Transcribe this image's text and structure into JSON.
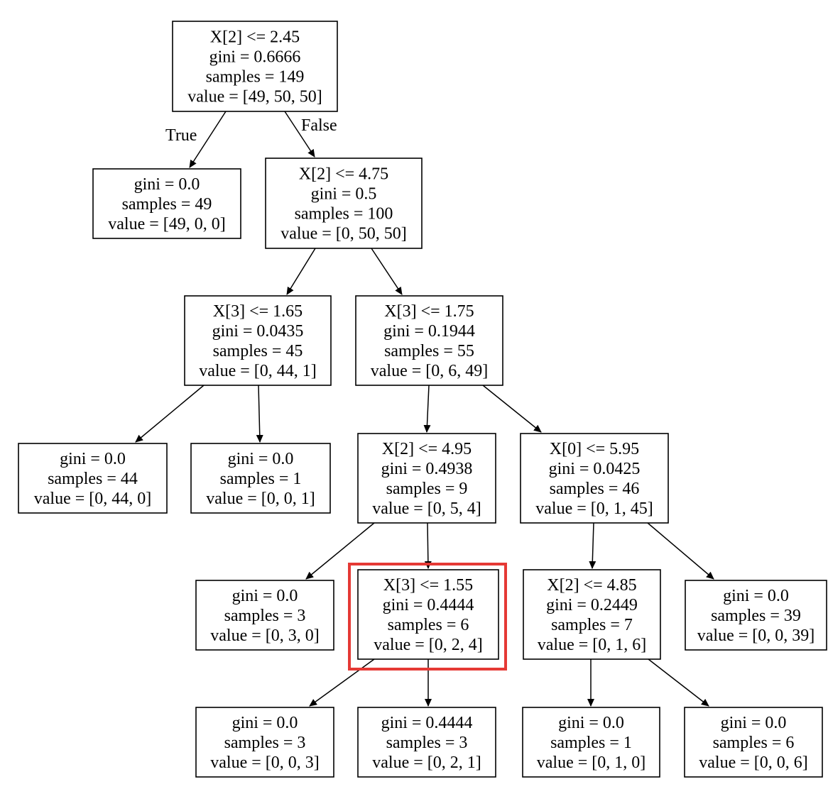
{
  "tree": {
    "nodes": [
      {
        "id": "n0",
        "lines": [
          "X[2] <= 2.45",
          "gini = 0.6666",
          "samples = 149",
          "value = [49, 50, 50]"
        ]
      },
      {
        "id": "n1",
        "lines": [
          "gini = 0.0",
          "samples = 49",
          "value = [49, 0, 0]"
        ]
      },
      {
        "id": "n2",
        "lines": [
          "X[2] <= 4.75",
          "gini = 0.5",
          "samples = 100",
          "value = [0, 50, 50]"
        ]
      },
      {
        "id": "n3",
        "lines": [
          "X[3] <= 1.65",
          "gini = 0.0435",
          "samples = 45",
          "value = [0, 44, 1]"
        ]
      },
      {
        "id": "n4",
        "lines": [
          "X[3] <= 1.75",
          "gini = 0.1944",
          "samples = 55",
          "value = [0, 6, 49]"
        ]
      },
      {
        "id": "n5",
        "lines": [
          "gini = 0.0",
          "samples = 44",
          "value = [0, 44, 0]"
        ]
      },
      {
        "id": "n6",
        "lines": [
          "gini = 0.0",
          "samples = 1",
          "value = [0, 0, 1]"
        ]
      },
      {
        "id": "n7",
        "lines": [
          "X[2] <= 4.95",
          "gini = 0.4938",
          "samples = 9",
          "value = [0, 5, 4]"
        ]
      },
      {
        "id": "n8",
        "lines": [
          "X[0] <= 5.95",
          "gini = 0.0425",
          "samples = 46",
          "value = [0, 1, 45]"
        ]
      },
      {
        "id": "n9",
        "lines": [
          "gini = 0.0",
          "samples = 3",
          "value = [0, 3, 0]"
        ]
      },
      {
        "id": "n10",
        "lines": [
          "X[3] <= 1.55",
          "gini = 0.4444",
          "samples = 6",
          "value = [0, 2, 4]"
        ],
        "highlighted": true
      },
      {
        "id": "n11",
        "lines": [
          "X[2] <= 4.85",
          "gini = 0.2449",
          "samples = 7",
          "value = [0, 1, 6]"
        ]
      },
      {
        "id": "n12",
        "lines": [
          "gini = 0.0",
          "samples = 39",
          "value = [0, 0, 39]"
        ]
      },
      {
        "id": "n13",
        "lines": [
          "gini = 0.0",
          "samples = 3",
          "value = [0, 0, 3]"
        ]
      },
      {
        "id": "n14",
        "lines": [
          "gini = 0.4444",
          "samples = 3",
          "value = [0, 2, 1]"
        ]
      },
      {
        "id": "n15",
        "lines": [
          "gini = 0.0",
          "samples = 1",
          "value = [0, 1, 0]"
        ]
      },
      {
        "id": "n16",
        "lines": [
          "gini = 0.0",
          "samples = 6",
          "value = [0, 0, 6]"
        ]
      }
    ],
    "edges": [
      {
        "from": "n0",
        "to": "n1",
        "label": "True"
      },
      {
        "from": "n0",
        "to": "n2",
        "label": "False"
      },
      {
        "from": "n2",
        "to": "n3"
      },
      {
        "from": "n2",
        "to": "n4"
      },
      {
        "from": "n3",
        "to": "n5"
      },
      {
        "from": "n3",
        "to": "n6"
      },
      {
        "from": "n4",
        "to": "n7"
      },
      {
        "from": "n4",
        "to": "n8"
      },
      {
        "from": "n7",
        "to": "n9"
      },
      {
        "from": "n7",
        "to": "n10"
      },
      {
        "from": "n8",
        "to": "n11"
      },
      {
        "from": "n8",
        "to": "n12"
      },
      {
        "from": "n10",
        "to": "n13"
      },
      {
        "from": "n10",
        "to": "n14"
      },
      {
        "from": "n11",
        "to": "n15"
      },
      {
        "from": "n11",
        "to": "n16"
      }
    ],
    "highlight_color": "#e53935"
  }
}
